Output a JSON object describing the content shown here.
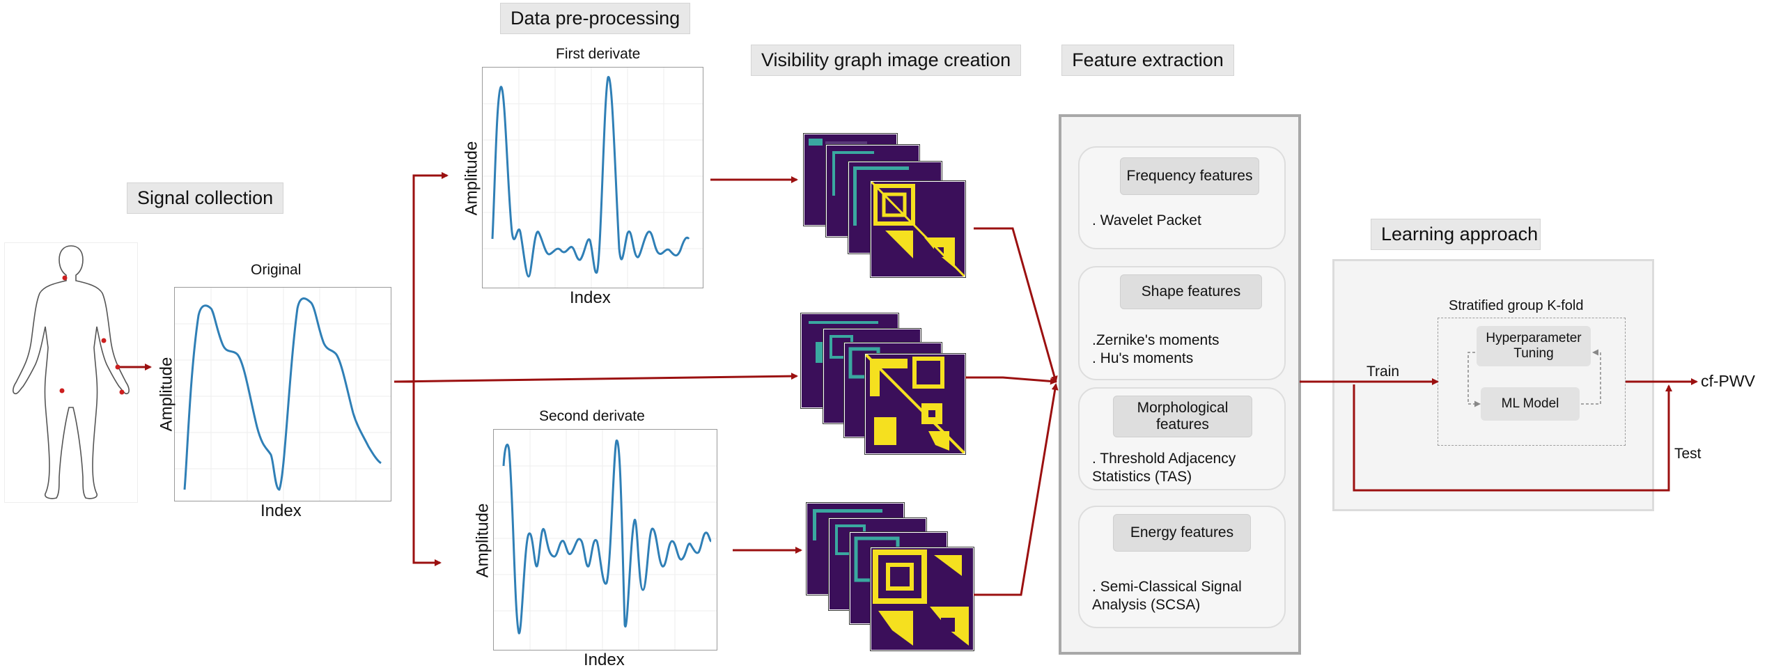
{
  "sections": {
    "signal_collection": "Signal collection",
    "data_preprocessing": "Data pre-processing",
    "visibility_graph": "Visibility graph image creation",
    "feature_extraction": "Feature extraction",
    "learning_approach": "Learning approach"
  },
  "plots": {
    "original": {
      "title": "Original",
      "xlabel": "Index",
      "ylabel": "Amplitude"
    },
    "first": {
      "title": "First derivate",
      "xlabel": "Index",
      "ylabel": "Amplitude"
    },
    "second": {
      "title": "Second derivate",
      "xlabel": "Index",
      "ylabel": "Amplitude"
    }
  },
  "features": [
    {
      "title": "Frequency features",
      "items": [
        ". Wavelet Packet"
      ]
    },
    {
      "title": "Shape features",
      "items": [
        ".Zernike's moments",
        ". Hu's moments"
      ]
    },
    {
      "title_lines": [
        "Morphological",
        "features"
      ],
      "items": [
        ". Threshold Adjacency",
        "Statistics (TAS)"
      ]
    },
    {
      "title": "Energy features",
      "items": [
        ". Semi-Classical Signal",
        "Analysis (SCSA)"
      ]
    }
  ],
  "learning": {
    "kfold": "Stratified group K-fold",
    "tuning_lines": [
      "Hyperparameter",
      "Tuning"
    ],
    "model": "ML Model",
    "train": "Train",
    "test": "Test",
    "output": "cf-PWV"
  },
  "colors": {
    "arrow": "#9b1010",
    "signal": "#2f7fb6",
    "vg_bg": "#3b0f5a",
    "vg_yellow": "#f5e01f",
    "vg_teal": "#3aa8a0",
    "sensor": "#cc1f1f"
  }
}
